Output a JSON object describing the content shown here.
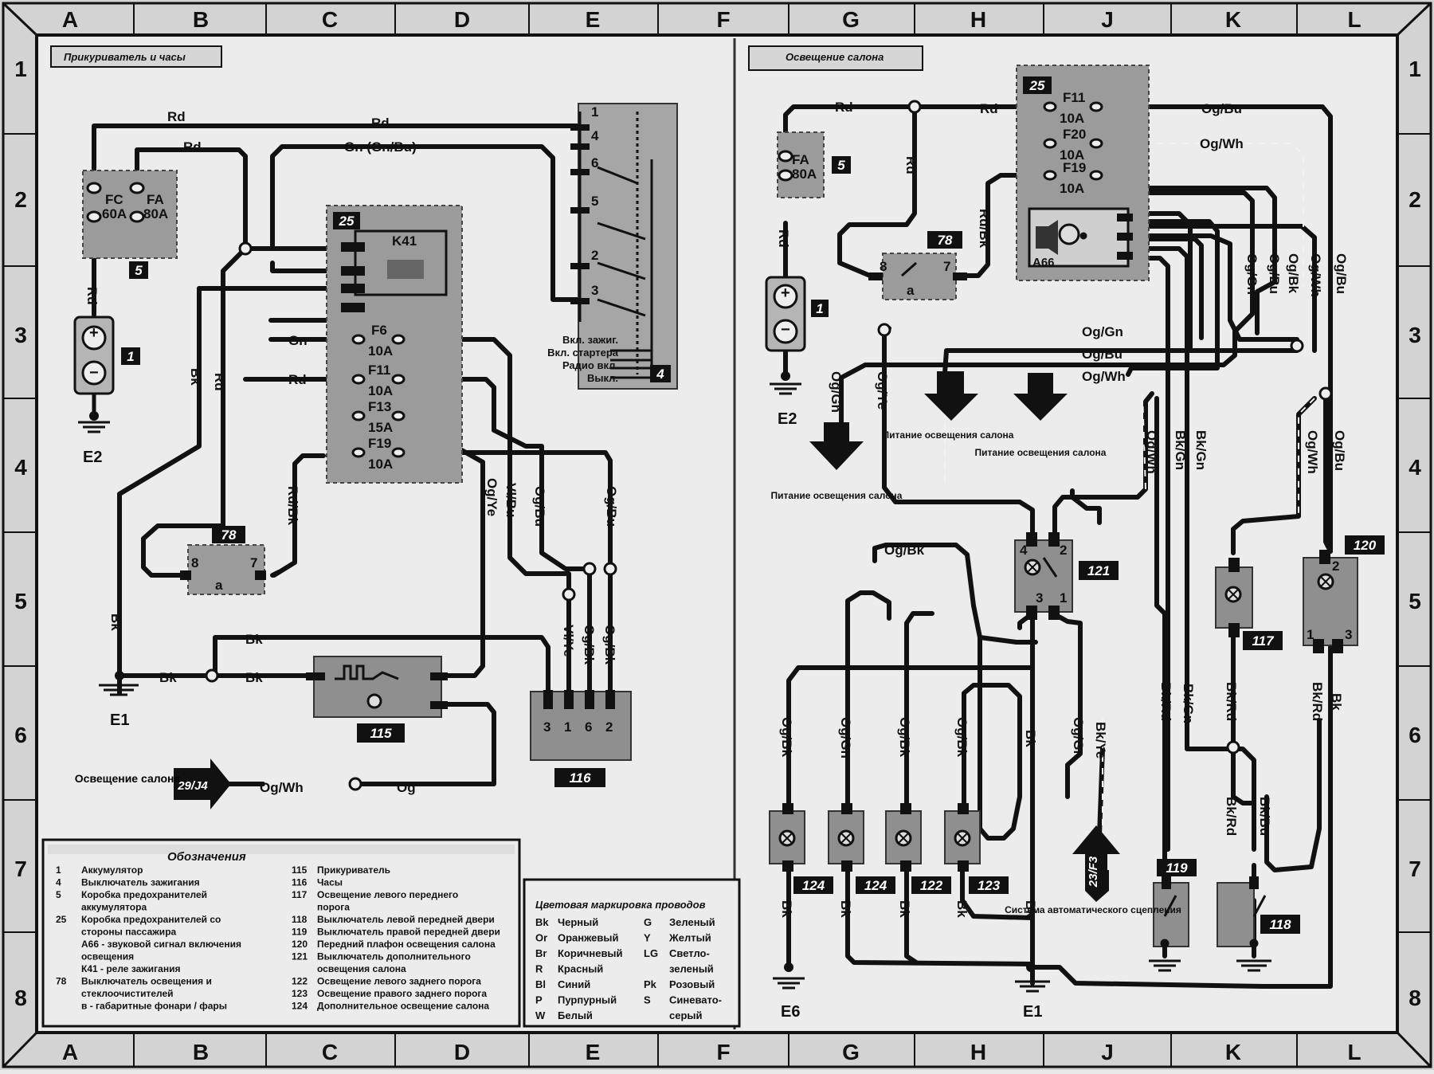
{
  "grid": {
    "columns": [
      "A",
      "B",
      "C",
      "D",
      "E",
      "F",
      "G",
      "H",
      "J",
      "K",
      "L"
    ],
    "rows": [
      "1",
      "2",
      "3",
      "4",
      "5",
      "6",
      "7",
      "8"
    ]
  },
  "left_panel": {
    "title": "Прикуриватель и часы",
    "wires": {
      "rd_top": "Rd",
      "rd_top2": "Rd",
      "rd_mid": "Rd",
      "gn_gnbu": "Gn (Gn/Bu)",
      "rd_v1": "Rd",
      "rd_v2": "Rd",
      "bk_v": "Bk",
      "gn_f6": "Gn",
      "rd_f11": "Rd",
      "rdbk": "Rd/Bk",
      "ogye": "Og/Ye",
      "vlbu": "Vl/Bu",
      "ogbu1": "Og/Bu",
      "ogbu2": "Og/Bu",
      "bk_e1": "Bk",
      "bk_h1": "Bk",
      "bk_h2": "Bk",
      "bk_h3": "Bk",
      "vlye": "Vl/Ye",
      "ogbk1": "Og/Bk",
      "ogbk2": "Og/Bk",
      "ogwh": "Og/Wh",
      "og": "Og"
    },
    "fuses": {
      "fc": "FC",
      "fc_a": "60A",
      "fa": "FA",
      "fa_a": "80A",
      "f6": "F6",
      "f6_a": "10A",
      "f11": "F11",
      "f11_a": "10A",
      "f13": "F13",
      "f13_a": "15A",
      "f19": "F19",
      "f19_a": "10A"
    },
    "components": {
      "c5": "5",
      "c1": "1",
      "c25": "25",
      "k41": "K41",
      "c4": "4",
      "c78": "78",
      "c115": "115",
      "c116": "116",
      "e1": "E1",
      "e2": "E2",
      "ref": "29/J4",
      "osv_label": "Освещение салона"
    },
    "switch_pins": [
      "1",
      "4",
      "6",
      "5",
      "2",
      "3"
    ],
    "ign_positions": [
      "Вкл. зажиг.",
      "Вкл. стартера",
      "Радио вкл.",
      "Выкл."
    ],
    "s78_pins": [
      "8",
      "a",
      "7"
    ],
    "clock_pins": [
      "3",
      "1",
      "6",
      "2"
    ],
    "battery_signs": [
      "+",
      "−"
    ]
  },
  "right_panel": {
    "title": "Освещение салона",
    "wires": {
      "rd1": "Rd",
      "rd2": "Rd",
      "rd3": "Rd",
      "rd4": "Rd",
      "rdbk": "Rd/Bk",
      "ogbu_top": "Og/Bu",
      "ogwh_top": "Og/Wh",
      "oggn_h": "Og/Gn",
      "ogbu_h": "Og/Bu",
      "ogwh_h": "Og/Wh",
      "oggn_v": "Og/Gn",
      "ogye_v": "Og/Ye",
      "v_oggn": "Og/Gn",
      "v_ogbu": "Og/Bu",
      "v_ogbk": "Og/Bk",
      "v_ogwh": "Og/Wh",
      "v_ogbu2": "Og/Bu",
      "ogwh_j": "Og/Wh",
      "bkgn_j": "Bk/Gn",
      "bkgn_j2": "Bk/Gn",
      "ogwh_l": "Og/Wh",
      "ogbu_l": "Og/Bu",
      "ogbk_top": "Og/Bk",
      "l124a": "Og/Bk",
      "l124b": "Og/Gn",
      "l122": "Og/Bk",
      "l123": "Og/Bk",
      "bk_mid": "Bk",
      "oggn_mid": "Og/Gn",
      "bkye": "Bk/Ye",
      "bkrd1": "Bk/Rd",
      "bkgn2": "Bk/Gn",
      "bkrd2": "Bk/Rd",
      "bkrd3": "Bk/Rd",
      "bk_120": "Bk",
      "bkrd4": "Bk/Rd",
      "bkbu": "Bk/Bu",
      "bk_g1": "Bk",
      "bk_g2": "Bk",
      "bk_g3": "Bk",
      "bk_g4": "Bk",
      "bk_e1v": "Bk"
    },
    "fuses": {
      "fa": "FA",
      "fa_a": "80A",
      "f11": "F11",
      "f11_a": "10A",
      "f20": "F20",
      "f20_a": "10A",
      "f19": "F19",
      "f19_a": "10A"
    },
    "components": {
      "c5": "5",
      "c1": "1",
      "c25": "25",
      "c78": "78",
      "a66": "A66",
      "c121": "121",
      "c120": "120",
      "c117": "117",
      "c119": "119",
      "c118": "118",
      "c124a": "124",
      "c124b": "124",
      "c122": "122",
      "c123": "123",
      "e2": "E2",
      "e6": "E6",
      "e1": "E1",
      "ref": "23/F3"
    },
    "s78_pins": [
      "8",
      "a",
      "7"
    ],
    "c121_pins": [
      "4",
      "2",
      "3",
      "1"
    ],
    "c120_pins": [
      "2",
      "1",
      "3"
    ],
    "supply_labels": [
      "Питание освещения салона",
      "Питание освещения салона",
      "Питание освещения салона"
    ],
    "auto_clutch": "Система автоматического сцепления",
    "battery_signs": [
      "+",
      "−"
    ]
  },
  "legend": {
    "title": "Обозначения",
    "left_items": [
      {
        "num": "1",
        "text": "Аккумулятор"
      },
      {
        "num": "4",
        "text": "Выключатель зажигания"
      },
      {
        "num": "5",
        "text": "Коробка предохранителей"
      },
      {
        "num": "",
        "text": "аккумулятора"
      },
      {
        "num": "25",
        "text": "Коробка предохранителей со"
      },
      {
        "num": "",
        "text": "стороны пассажира"
      },
      {
        "num": "",
        "text": "А66 - звуковой сигнал включения"
      },
      {
        "num": "",
        "text": "освещения"
      },
      {
        "num": "",
        "text": "К41 - реле зажигания"
      },
      {
        "num": "78",
        "text": "Выключатель освещения и"
      },
      {
        "num": "",
        "text": "стеклоочистителей"
      },
      {
        "num": "",
        "text": "в - габаритные фонари / фары"
      }
    ],
    "right_items": [
      {
        "num": "115",
        "text": "Прикуриватель"
      },
      {
        "num": "116",
        "text": "Часы"
      },
      {
        "num": "117",
        "text": "Освещение левого переднего"
      },
      {
        "num": "",
        "text": "порога"
      },
      {
        "num": "118",
        "text": "Выключатель левой передней двери"
      },
      {
        "num": "119",
        "text": "Выключатель правой передней двери"
      },
      {
        "num": "120",
        "text": "Передний плафон освещения салона"
      },
      {
        "num": "121",
        "text": "Выключатель дополнительного"
      },
      {
        "num": "",
        "text": "освещения салона"
      },
      {
        "num": "122",
        "text": "Освещение левого заднего порога"
      },
      {
        "num": "123",
        "text": "Освещение правого заднего порога"
      },
      {
        "num": "124",
        "text": "Дополнительное освещение салона"
      }
    ]
  },
  "color_code": {
    "title": "Цветовая маркировка проводов",
    "items": [
      {
        "code": "Bk",
        "name": "Черный",
        "code2": "G",
        "name2": "Зеленый"
      },
      {
        "code": "Or",
        "name": "Оранжевый",
        "code2": "Y",
        "name2": "Желтый"
      },
      {
        "code": "Br",
        "name": "Коричневый",
        "code2": "LG",
        "name2": "Светло-"
      },
      {
        "code": "R",
        "name": "Красный",
        "code2": "",
        "name2": "зеленый"
      },
      {
        "code": "Bl",
        "name": "Синий",
        "code2": "Pk",
        "name2": "Розовый"
      },
      {
        "code": "P",
        "name": "Пурпурный",
        "code2": "S",
        "name2": "Синевато-"
      },
      {
        "code": "W",
        "name": "Белый",
        "code2": "",
        "name2": "серый"
      }
    ]
  }
}
